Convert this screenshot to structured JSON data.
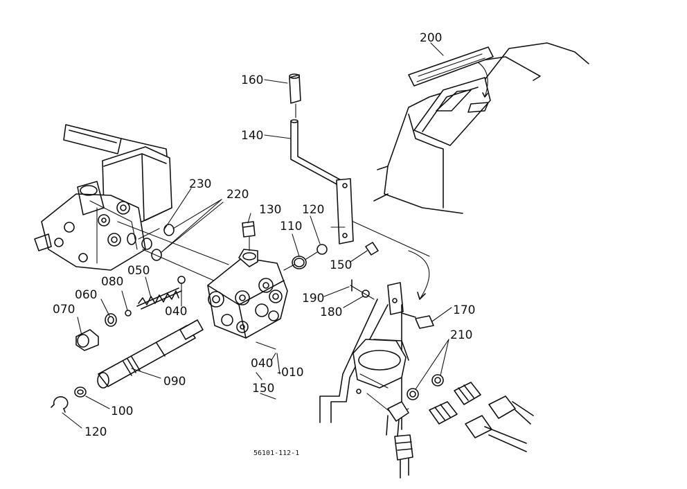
{
  "diagram": {
    "reference": "56101-112-1",
    "callouts": {
      "c200": "200",
      "c160": "160",
      "c140": "140",
      "c230": "230",
      "c220": "220",
      "c130": "130",
      "c120a": "120",
      "c110": "110",
      "c150a": "150",
      "c050": "050",
      "c080": "080",
      "c060": "060",
      "c070": "070",
      "c040a": "040",
      "c190": "190",
      "c180": "180",
      "c170": "170",
      "c210": "210",
      "c040b": "040",
      "c010": "-010",
      "c150b": "150",
      "c090": "090",
      "c100": "100",
      "c120b": "120"
    }
  }
}
